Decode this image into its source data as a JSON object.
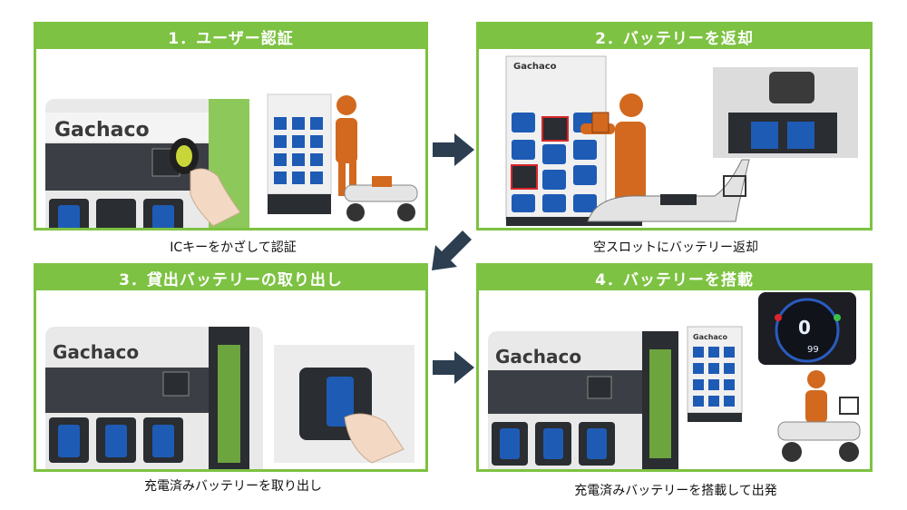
{
  "steps": [
    {
      "title": "1．ユーザー認証",
      "caption": "ICキーをかざして認証"
    },
    {
      "title": "2．バッテリーを返却",
      "caption": "空スロットにバッテリー返却"
    },
    {
      "title": "3．貸出バッテリーの取り出し",
      "caption": "充電済みバッテリーを取り出し"
    },
    {
      "title": "4．バッテリーを搭載",
      "caption": "充電済みバッテリーを搭載して出発"
    }
  ],
  "brand": {
    "logo_text": "Gachaco",
    "small_logo_text": "Gachaco"
  },
  "meter": {
    "speed": "0",
    "battery": "99"
  },
  "colors": {
    "accent_green": "#7dc242",
    "arrow_navy": "#2c3e50",
    "person_orange": "#d2691e",
    "battery_blue": "#1e5bb5"
  },
  "icons": [
    "arrow-right-icon",
    "arrow-down-left-icon",
    "person-icon",
    "scooter-icon",
    "ic-key-icon",
    "hand-icon"
  ]
}
